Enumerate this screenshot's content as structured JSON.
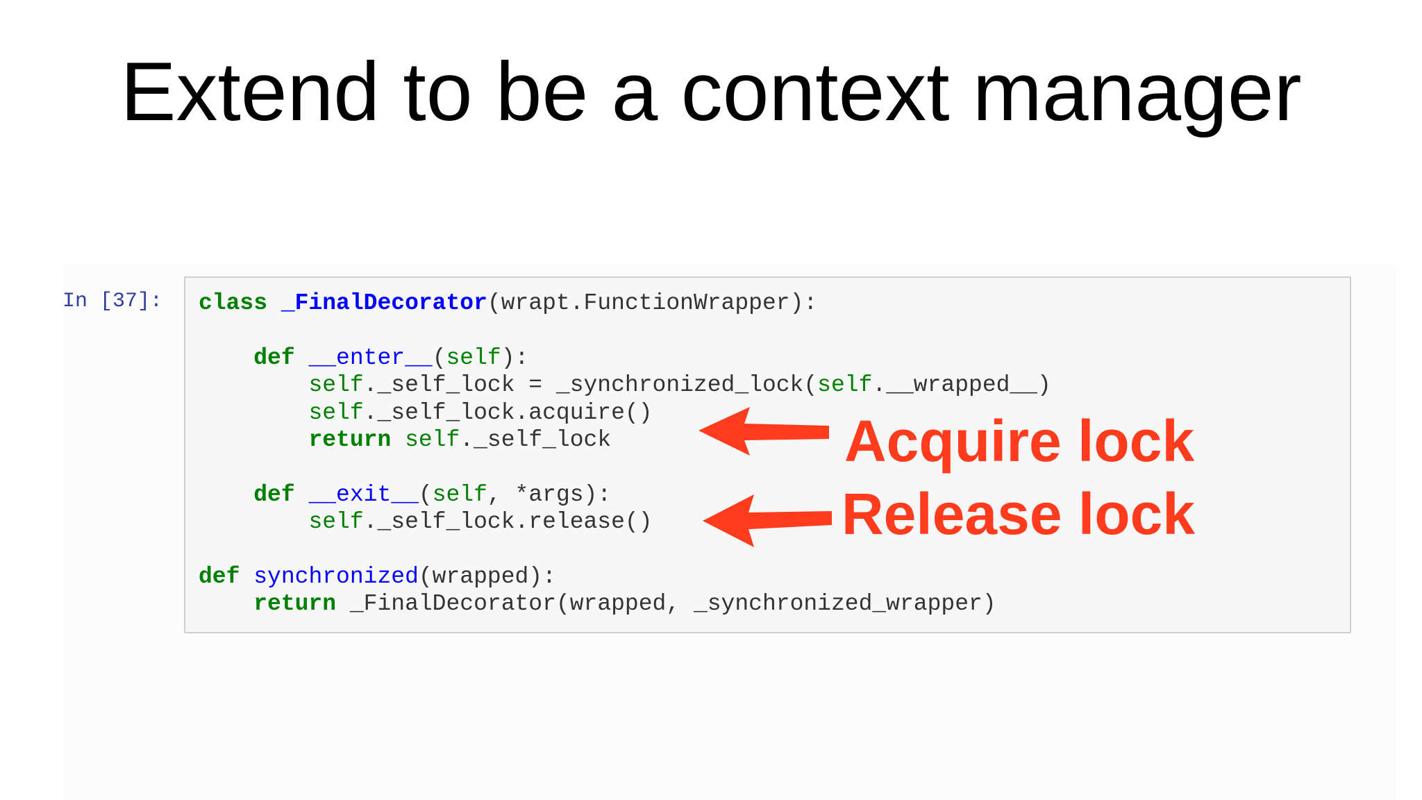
{
  "slide": {
    "title": "Extend to be a context manager"
  },
  "cell": {
    "prompt": "In [37]:",
    "code": {
      "l1": {
        "kw": "class",
        "name": "_FinalDecorator",
        "rest": "(wrapt.FunctionWrapper):"
      },
      "l3": {
        "kw": "def",
        "name": "__enter__",
        "p1": "(",
        "self": "self",
        "p2": "):"
      },
      "l4": {
        "self1": "self",
        "mid": "._self_lock = _synchronized_lock(",
        "self2": "self",
        "end": ".__wrapped__)"
      },
      "l5": {
        "self": "self",
        "rest": "._self_lock.acquire()"
      },
      "l6": {
        "kw": "return",
        "self": "self",
        "rest": "._self_lock"
      },
      "l8": {
        "kw": "def",
        "name": "__exit__",
        "p1": "(",
        "self": "self",
        "p2": ", *args):"
      },
      "l9": {
        "self": "self",
        "rest": "._self_lock.release()"
      },
      "l11": {
        "kw": "def",
        "name": "synchronized",
        "rest": "(wrapped):"
      },
      "l12": {
        "kw": "return",
        "rest": "_FinalDecorator(wrapped, _synchronized_wrapper)"
      }
    }
  },
  "annotations": {
    "acquire": "Acquire lock",
    "release": "Release lock"
  },
  "colors": {
    "annotation": "#ff3b1e",
    "keyword": "#008000",
    "name": "#0000ff",
    "prompt": "#303f9f"
  },
  "icons": [
    "arrow-left-icon",
    "arrow-left-icon"
  ]
}
